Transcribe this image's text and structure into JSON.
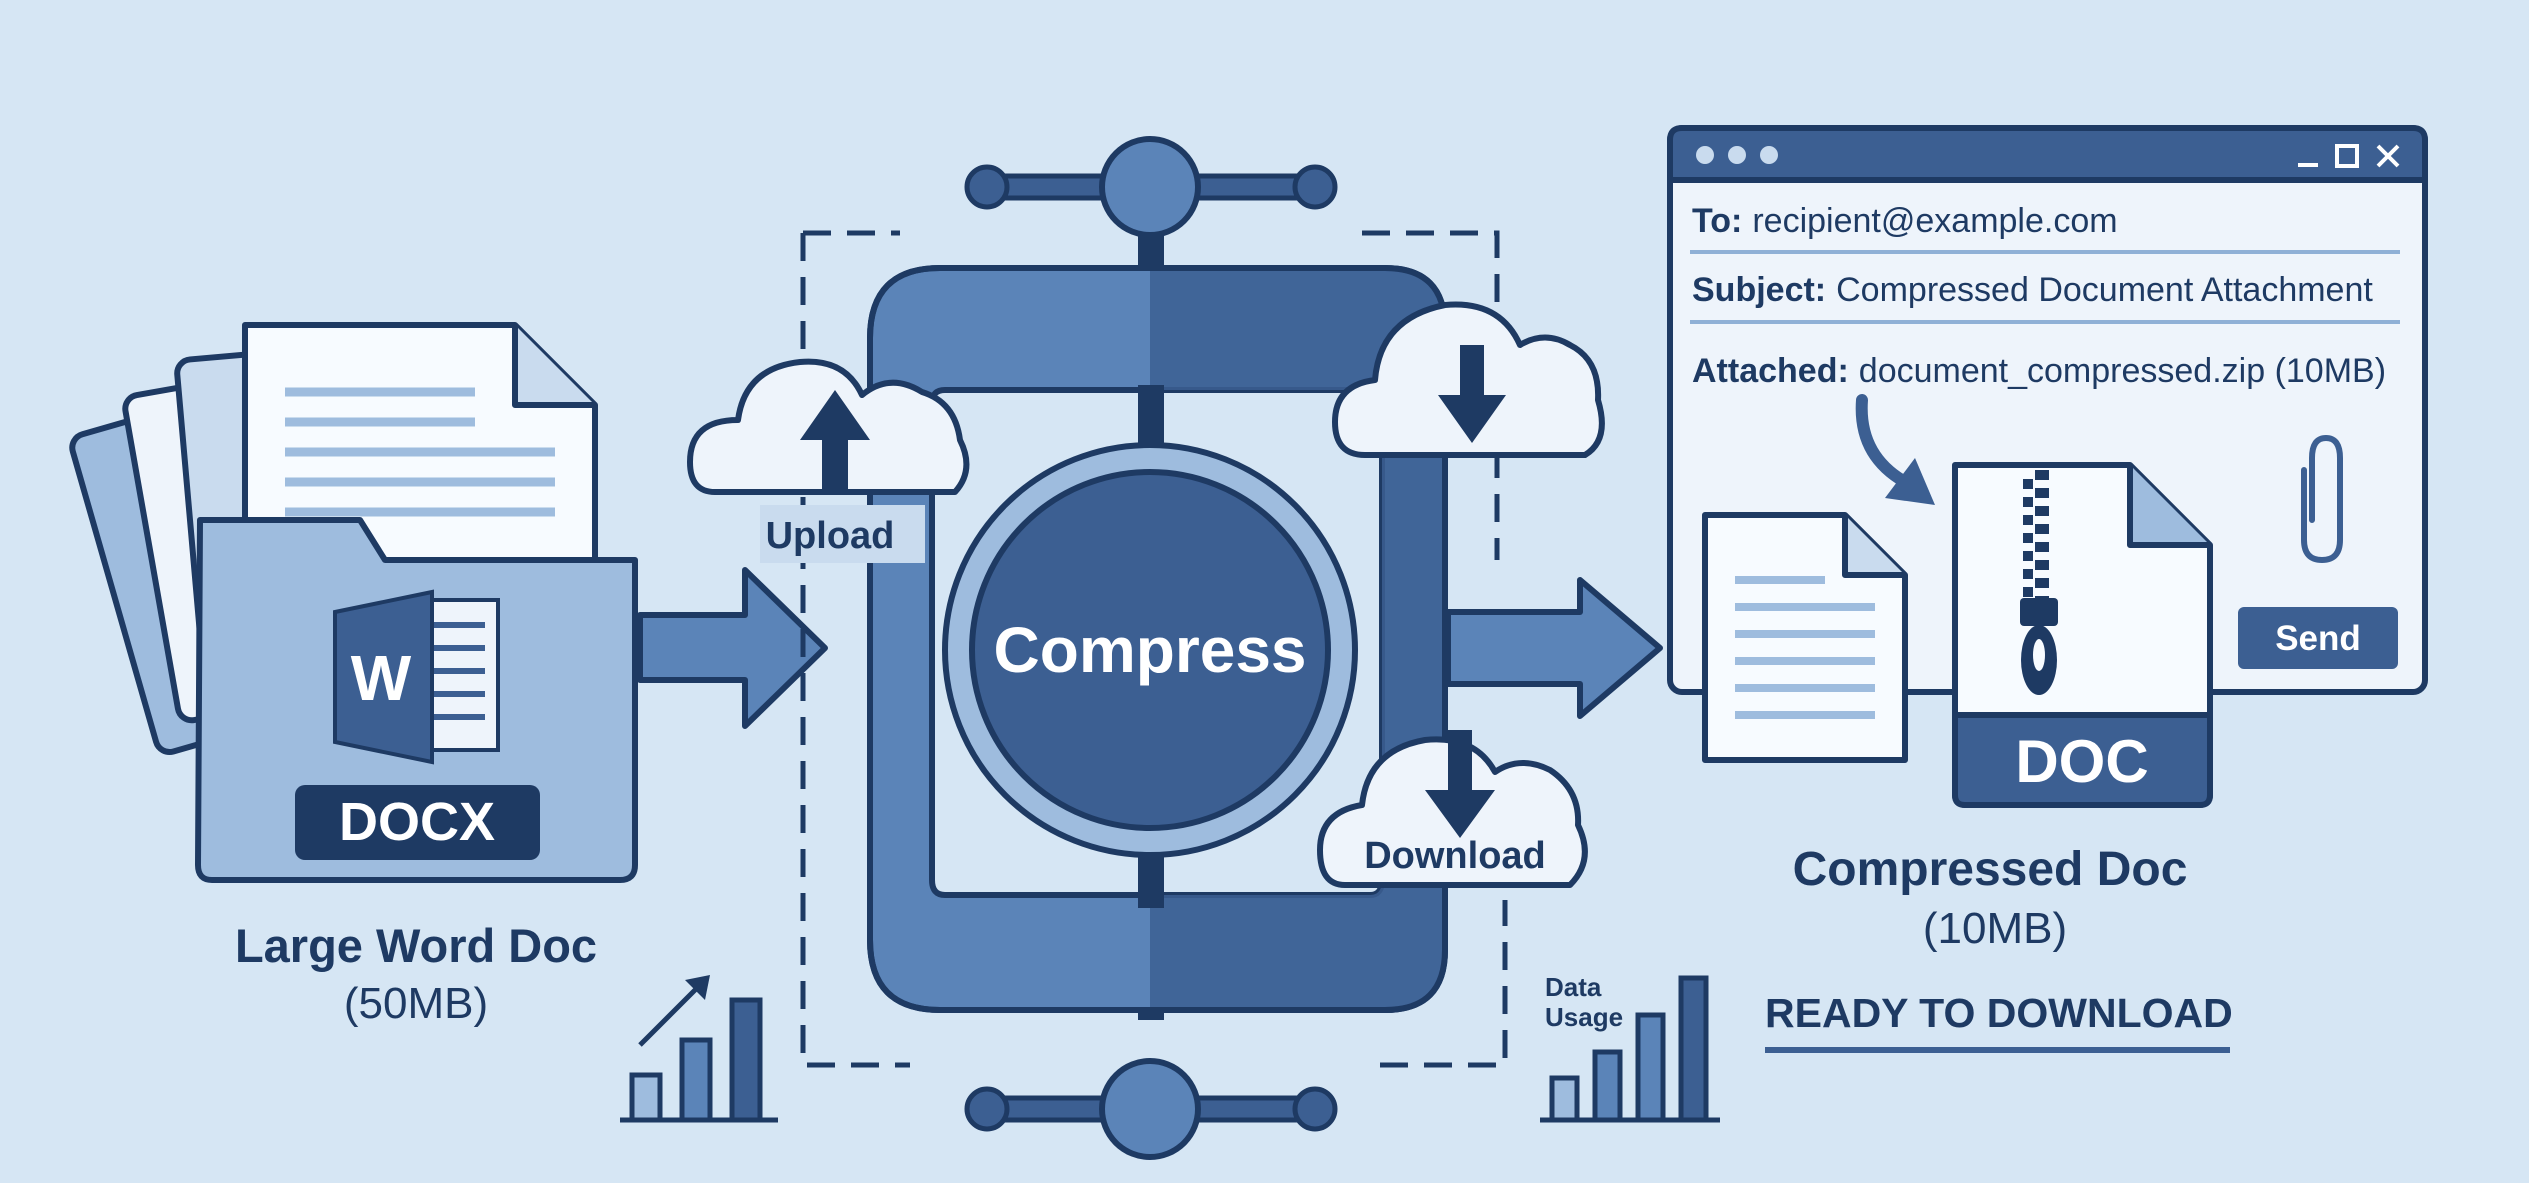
{
  "colors": {
    "background": "#d6e6f4",
    "navy": "#1e3a63",
    "dark_blue": "#3c5f92",
    "mid_blue": "#5b84b8",
    "light_blue": "#9ebcde",
    "pale": "#eef4fb",
    "white": "#f7fbff",
    "line": "#8fb0d6"
  },
  "source": {
    "badge": "DOCX",
    "icon_letter": "W",
    "title": "Large Word Doc",
    "size": "(50MB)"
  },
  "compressor": {
    "label": "Compress",
    "upload_label": "Upload",
    "download_label": "Download"
  },
  "email": {
    "to_label": "To:",
    "to_value": "recipient@example.com",
    "subject_label": "Subject:",
    "subject_value": "Compressed Document Attachment",
    "attached_label": "Attached:",
    "attached_value": "document_compressed.zip (10MB)",
    "send_label": "Send"
  },
  "result": {
    "badge": "DOC",
    "title": "Compressed Doc",
    "size": "(10MB)",
    "status": "READY TO DOWNLOAD"
  },
  "usage_chart": {
    "label_line1": "Data",
    "label_line2": "Usage"
  }
}
